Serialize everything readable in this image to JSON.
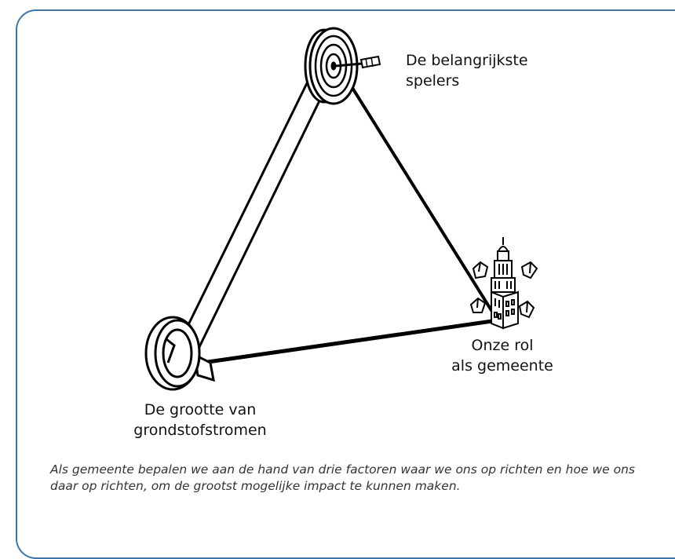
{
  "nodes": {
    "players": {
      "label": "De belangrijkste\nspelers",
      "icon": "dartboard-icon"
    },
    "role": {
      "label": "Onze rol\nals gemeente",
      "icon": "city-hall-tower-icon"
    },
    "size": {
      "label": "De grootte van\ngrondstofstromen",
      "icon": "magnifying-glass-icon"
    }
  },
  "caption": "Als gemeente bepalen we aan de hand van drie factoren waar we ons op richten en hoe we ons daar op richten, om de grootst mogelijke impact te kunnen maken.",
  "colors": {
    "border": "#3f74a6",
    "stroke": "#000000",
    "text": "#111111"
  }
}
